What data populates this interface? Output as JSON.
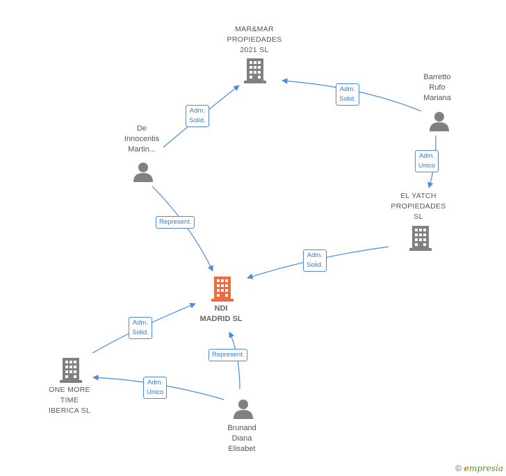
{
  "colors": {
    "edge": "#4a89dc",
    "company": "#808080",
    "person": "#808080",
    "focus": "#f26a3d"
  },
  "nodes": {
    "marmar": {
      "type": "company",
      "lines": [
        "MAR&MAR",
        "PROPIEDADES",
        "2021  SL"
      ]
    },
    "barretto": {
      "type": "person",
      "lines": [
        "Barretto",
        "Rufo",
        "Mariana"
      ]
    },
    "deinnocentis": {
      "type": "person",
      "lines": [
        "De",
        "Innocentis",
        "Martin..."
      ]
    },
    "elyatch": {
      "type": "company",
      "lines": [
        "EL YATCH",
        "PROPIEDADES",
        "SL"
      ]
    },
    "ndi": {
      "type": "focus",
      "lines": [
        "NDI",
        "MADRID  SL"
      ]
    },
    "onemore": {
      "type": "company",
      "lines": [
        "ONE MORE",
        "TIME",
        "IBERICA  SL"
      ]
    },
    "brunand": {
      "type": "person",
      "lines": [
        "Brunand",
        "Diana",
        "Elisabet"
      ]
    }
  },
  "edges": {
    "deinnocentis_marmar": {
      "lines": [
        "Adm.",
        "Solid."
      ]
    },
    "barretto_marmar": {
      "lines": [
        "Adm.",
        "Solid."
      ]
    },
    "barretto_elyatch": {
      "lines": [
        "Adm.",
        "Unico"
      ]
    },
    "deinnocentis_ndi": {
      "lines": [
        "Represent."
      ]
    },
    "elyatch_ndi": {
      "lines": [
        "Adm.",
        "Solid."
      ]
    },
    "onemore_ndi": {
      "lines": [
        "Adm.",
        "Solid."
      ]
    },
    "brunand_ndi": {
      "lines": [
        "Represent."
      ]
    },
    "brunand_onemore": {
      "lines": [
        "Adm.",
        "Unico"
      ]
    }
  },
  "footer": {
    "copyright": "©",
    "brand_initial": "e",
    "brand_rest": "mpresia"
  }
}
